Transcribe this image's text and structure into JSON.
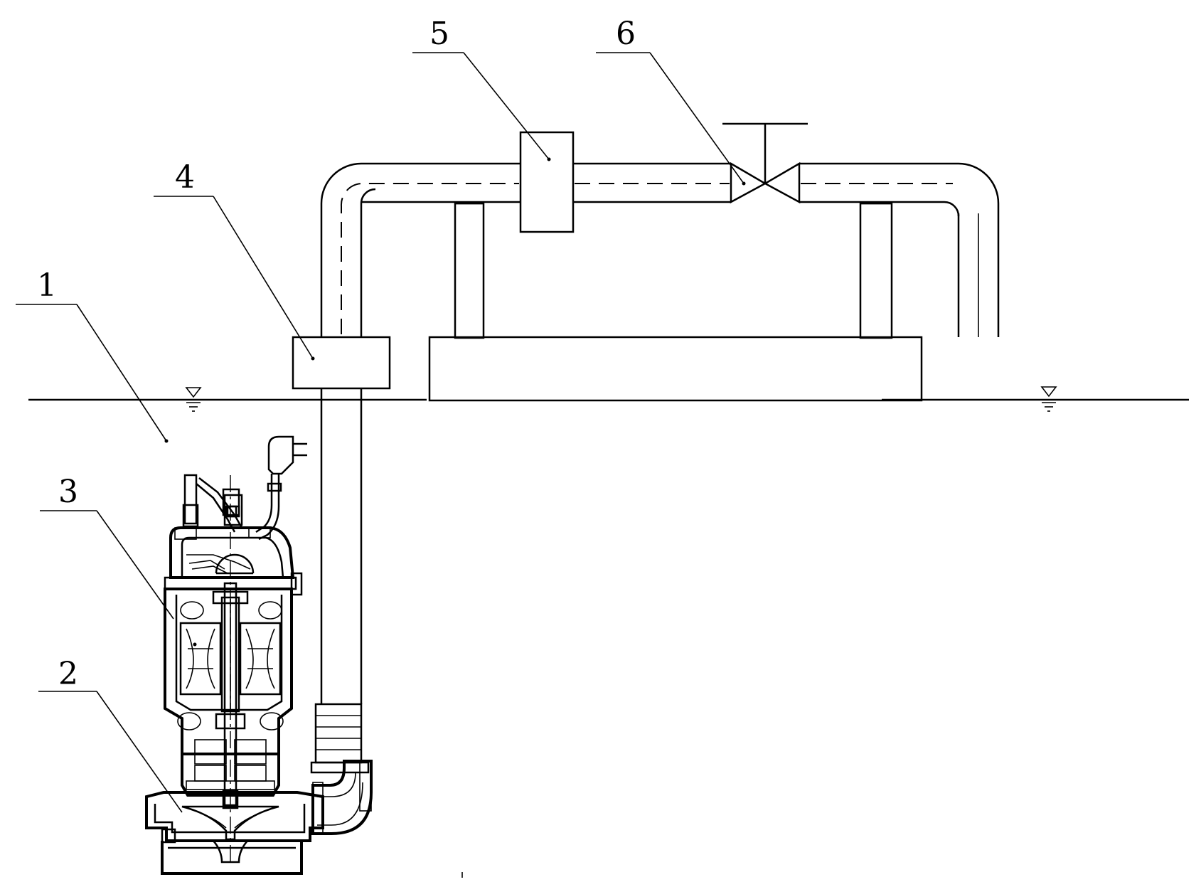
{
  "labels": {
    "l1": "1",
    "l2": "2",
    "l3": "3",
    "l4": "4",
    "l5": "5",
    "l6": "6"
  },
  "components": [
    {
      "id": "1",
      "icon": "water-body"
    },
    {
      "id": "2",
      "icon": "pump-impeller"
    },
    {
      "id": "3",
      "icon": "motor-stator"
    },
    {
      "id": "4",
      "icon": "inline-device-box"
    },
    {
      "id": "5",
      "icon": "inline-device-box"
    },
    {
      "id": "6",
      "icon": "gate-valve-icon"
    }
  ],
  "colors": {
    "line": "#000000",
    "background": "#ffffff"
  }
}
